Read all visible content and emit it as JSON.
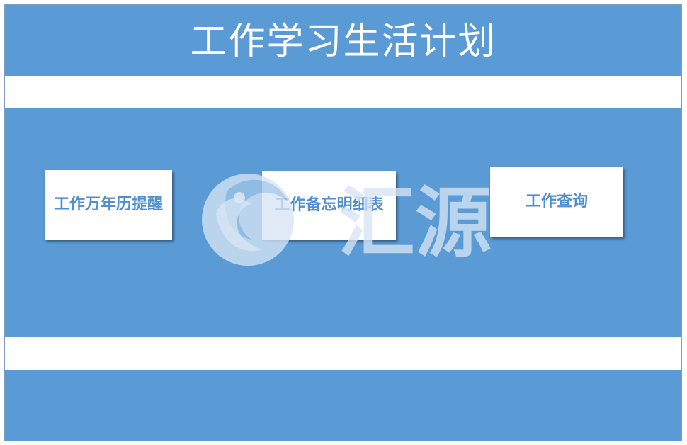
{
  "colors": {
    "primary_blue": "#5b9bd5",
    "card_text": "#4f8fd2",
    "watermark": "#d7e5f4"
  },
  "page": {
    "title": "工作学习生活计划"
  },
  "cards": [
    {
      "label": "工作万年历提醒"
    },
    {
      "label": "工作备忘明细表"
    },
    {
      "label": "工作查询"
    }
  ],
  "watermark": {
    "text": "汇源",
    "icon": "swirl-logo-icon"
  }
}
